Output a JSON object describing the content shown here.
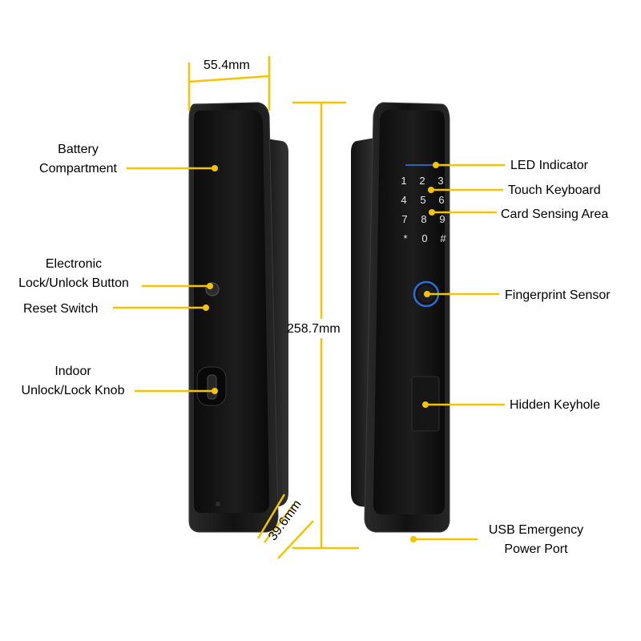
{
  "dimensions": {
    "width": "55.4mm",
    "height": "258.7mm",
    "depth": "39.6mm"
  },
  "labels": {
    "battery_line1": "Battery",
    "battery_line2": "Compartment",
    "electronic_line1": "Electronic",
    "electronic_line2": "Lock/Unlock Button",
    "reset_switch": "Reset Switch",
    "indoor_line1": "Indoor",
    "indoor_line2": "Unlock/Lock Knob",
    "led_indicator": "LED Indicator",
    "touch_keyboard": "Touch Keyboard",
    "card_sensing": "Card Sensing Area",
    "fingerprint_sensor": "Fingerprint Sensor",
    "hidden_keyhole": "Hidden Keyhole",
    "usb_line1": "USB Emergency",
    "usb_line2": "Power Port"
  },
  "keypad": [
    "1",
    "2",
    "3",
    "4",
    "5",
    "6",
    "7",
    "8",
    "9",
    "*",
    "0",
    "#"
  ],
  "colors": {
    "callout": "#f5c400",
    "body": "#151515",
    "fingerprint_ring": "#2a6fd8"
  }
}
